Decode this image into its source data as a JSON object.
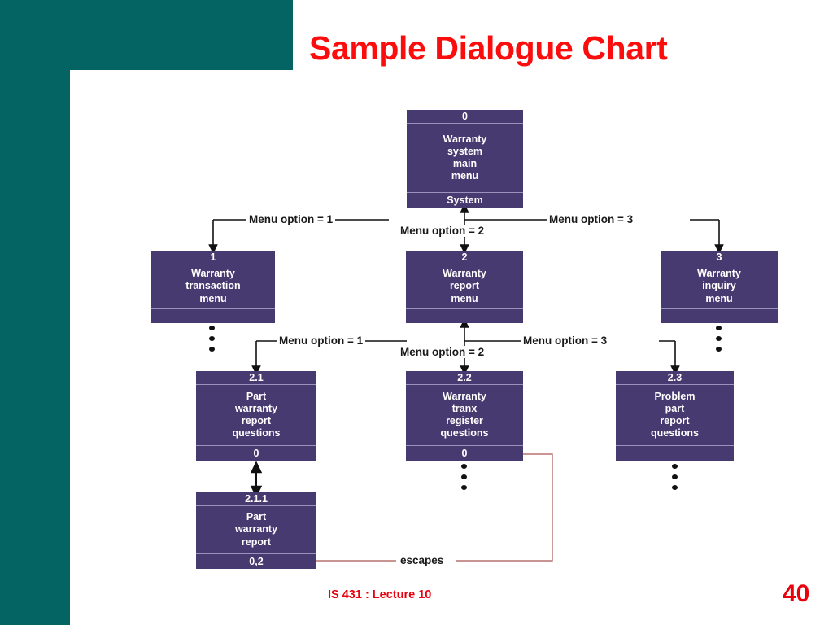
{
  "slide": {
    "title": "Sample Dialogue Chart",
    "title_color": "#fc0d0d",
    "accent_teal": "#036463",
    "node_purple": "#473a70",
    "escape_line_color": "#b5726e",
    "footer_note": "IS 431 : Lecture 10",
    "page_number": "40"
  },
  "chart_data": {
    "type": "diagram",
    "title": "Sample Dialogue Chart",
    "nodes": [
      {
        "key": "n0",
        "id": "0",
        "body": "Warranty\nsystem\nmain\nmenu",
        "footer": "System",
        "footer_has_red_arrow": false
      },
      {
        "key": "n1",
        "id": "1",
        "body": "Warranty\ntransaction\nmenu",
        "footer": "",
        "footer_has_red_arrow": false
      },
      {
        "key": "n2",
        "id": "2",
        "body": "Warranty\nreport\nmenu",
        "footer": "",
        "footer_has_red_arrow": false
      },
      {
        "key": "n3",
        "id": "3",
        "body": "Warranty\ninquiry\nmenu",
        "footer": "",
        "footer_has_red_arrow": false
      },
      {
        "key": "n21",
        "id": "2.1",
        "body": "Part\nwarranty\nreport\nquestions",
        "footer": "0",
        "footer_has_red_arrow": false
      },
      {
        "key": "n22",
        "id": "2.2",
        "body": "Warranty\ntranx\nregister\nquestions",
        "footer": "0",
        "footer_has_red_arrow": true
      },
      {
        "key": "n23",
        "id": "2.3",
        "body": "Problem\npart\nreport\nquestions",
        "footer": "",
        "footer_has_red_arrow": false
      },
      {
        "key": "n211",
        "id": "2.1.1",
        "body": "Part\nwarranty\nreport",
        "footer": "0,2",
        "footer_has_red_arrow": true
      }
    ],
    "edges": [
      {
        "from": "n0",
        "to": "n1",
        "label": "Menu option = 1"
      },
      {
        "from": "n0",
        "to": "n2",
        "label": "Menu option = 2"
      },
      {
        "from": "n0",
        "to": "n3",
        "label": "Menu option = 3"
      },
      {
        "from": "n2",
        "to": "n21",
        "label": "Menu option = 1"
      },
      {
        "from": "n2",
        "to": "n22",
        "label": "Menu option = 2"
      },
      {
        "from": "n2",
        "to": "n23",
        "label": "Menu option = 3"
      },
      {
        "from": "n21",
        "to": "n211",
        "label": ""
      },
      {
        "from": "n211",
        "to": "n22",
        "label": "escapes"
      }
    ],
    "edge_labels": {
      "lvl1_left": "Menu option = 1",
      "lvl1_mid": "Menu option = 2",
      "lvl1_right": "Menu option = 3",
      "lvl2_left": "Menu option = 1",
      "lvl2_mid": "Menu option = 2",
      "lvl2_right": "Menu option = 3",
      "escapes": "escapes"
    },
    "ellipsis_markers": 5,
    "notes": "Hierarchical dialogue / menu navigation chart with three-section process boxes."
  }
}
